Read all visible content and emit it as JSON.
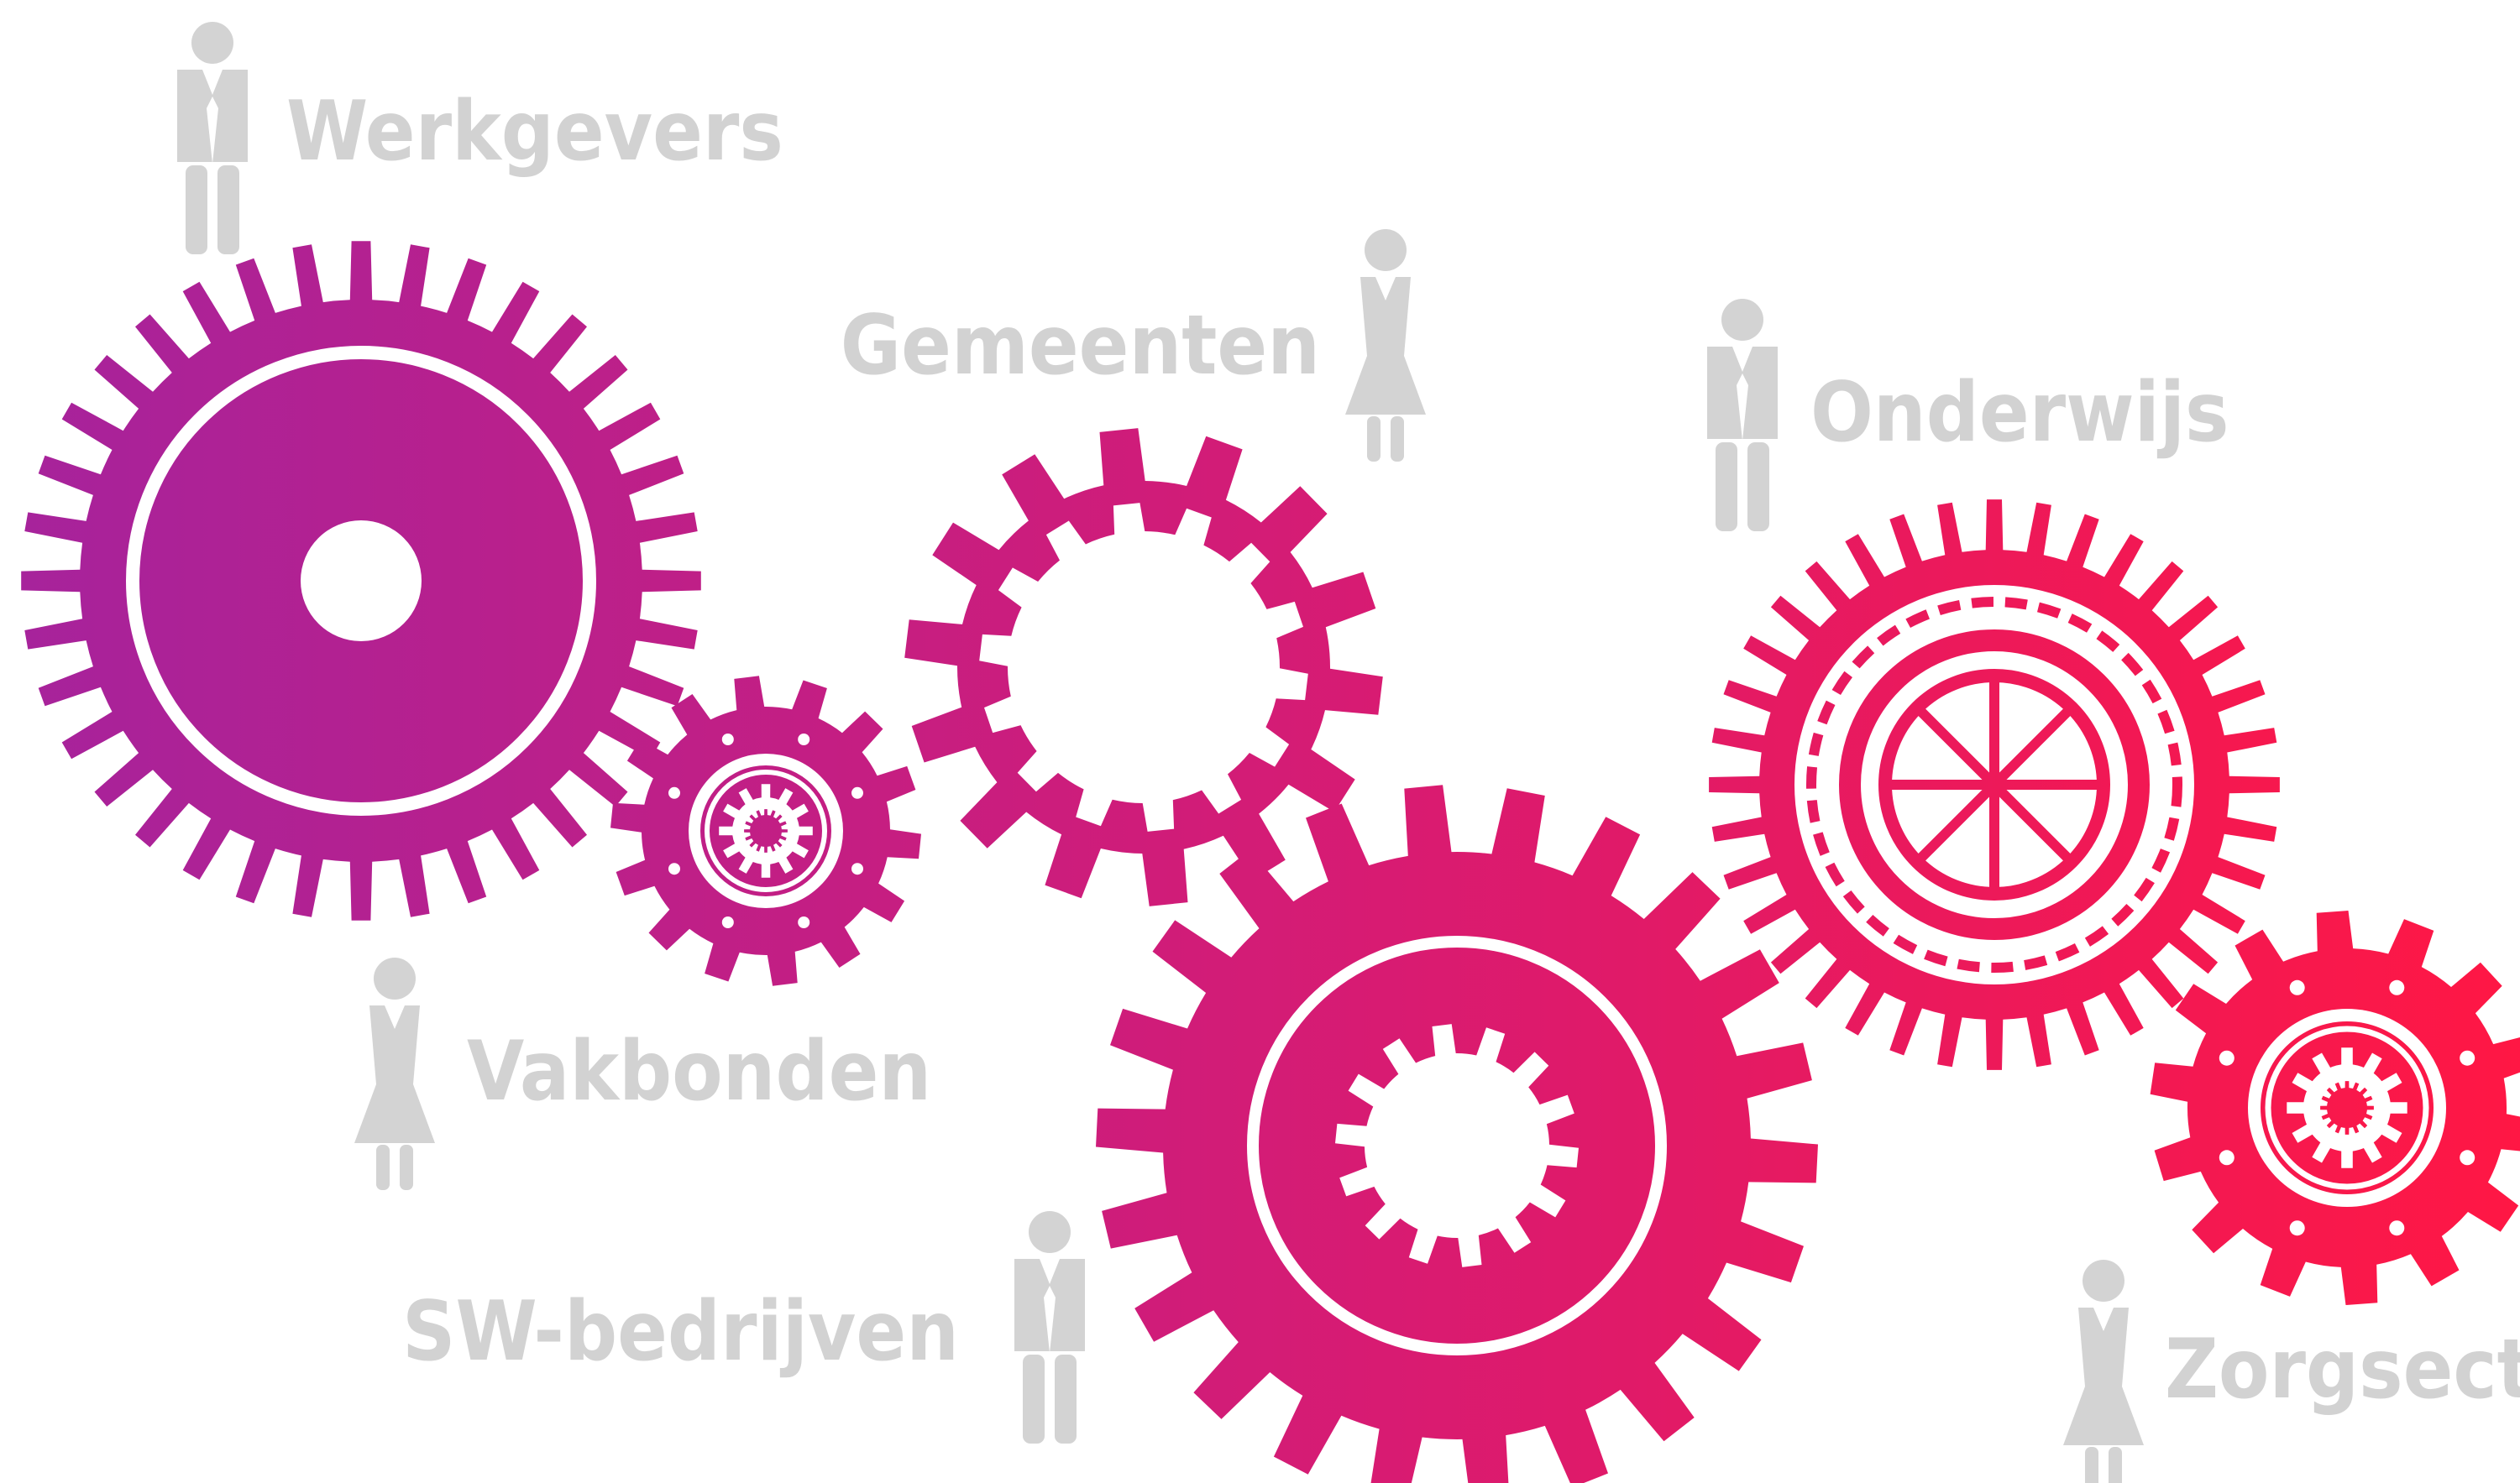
{
  "colors": {
    "person": "#d3d3d3",
    "label": "#d2d2d2",
    "gradient_start": "#a6239c",
    "gradient_mid": "#d81b72",
    "gradient_end": "#ff1744",
    "background": "#ffffff"
  },
  "stakeholders": [
    {
      "id": "werkgevers",
      "label": "Werkgevers",
      "figure": "man"
    },
    {
      "id": "gemeenten",
      "label": "Gemeenten",
      "figure": "woman"
    },
    {
      "id": "onderwijs",
      "label": "Onderwijs",
      "figure": "man"
    },
    {
      "id": "vakbonden",
      "label": "Vakbonden",
      "figure": "woman"
    },
    {
      "id": "sw-bedrijven",
      "label": "SW-bedrijven",
      "figure": "man"
    },
    {
      "id": "zorgsector",
      "label": "Zorgsector",
      "figure": "woman"
    }
  ],
  "gears": [
    {
      "id": "gear-large-left",
      "style": "solid-ring"
    },
    {
      "id": "gear-small-left",
      "style": "ornate"
    },
    {
      "id": "gear-top-middle",
      "style": "open-cog"
    },
    {
      "id": "gear-large-bottom",
      "style": "solid-ring-open"
    },
    {
      "id": "gear-spoked-right",
      "style": "spoked"
    },
    {
      "id": "gear-small-right",
      "style": "ornate"
    }
  ]
}
